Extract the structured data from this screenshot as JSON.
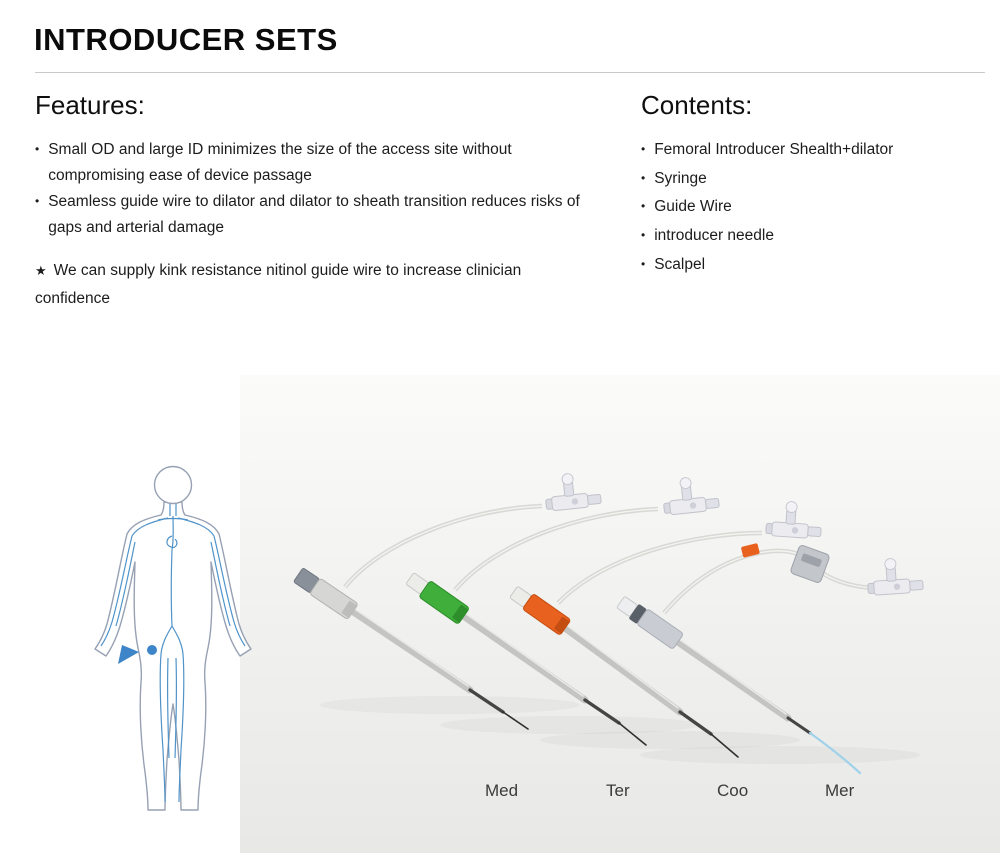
{
  "page": {
    "title": "INTRODUCER SETS"
  },
  "features": {
    "heading": "Features:",
    "bullet_marker": "•",
    "bullets": [
      "Small OD and large ID minimizes the size of the access site without compromising ease of device passage",
      "Seamless guide wire to dilator and dilator to sheath transition reduces risks of gaps and arterial damage"
    ],
    "note_marker": "★",
    "note": "We can supply kink resistance nitinol guide wire to increase clinician confidence"
  },
  "contents": {
    "heading": "Contents:",
    "bullet_marker": "•",
    "items": [
      "Femoral Introducer Shealth+dilator",
      "Syringe",
      "Guide Wire",
      "introducer needle",
      "Scalpel"
    ]
  },
  "photo": {
    "labels": [
      "Med",
      "Ter",
      "Coo",
      "Mer"
    ],
    "colors": {
      "hub_med": "#d6d6d4",
      "hub_ter": "#3fae3a",
      "hub_coo": "#e8611f",
      "hub_mer": "#c9cdd3",
      "guidewire_blue": "#9fd2ea",
      "clamp_orange": "#e8611f"
    }
  },
  "illustration": {
    "access_site_color": "#3d85c8",
    "vessel_color": "#4f93c9"
  }
}
